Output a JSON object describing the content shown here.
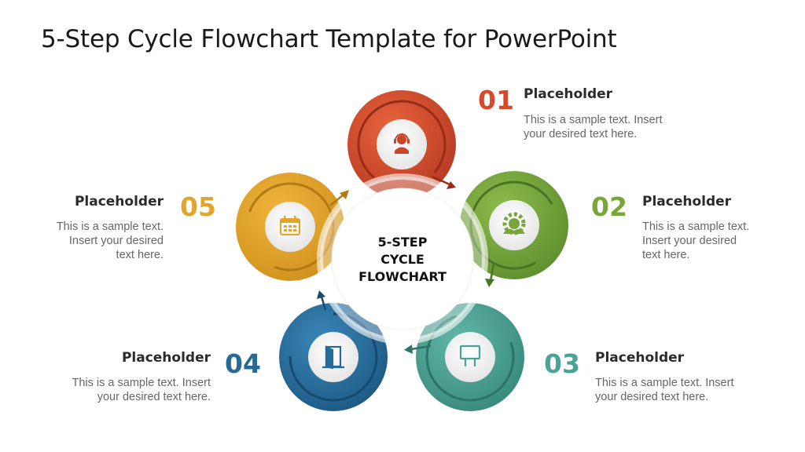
{
  "title": "5-Step Cycle Flowchart Template for PowerPoint",
  "center": {
    "lines": [
      "5-STEP",
      "CYCLE",
      "FLOWCHART"
    ]
  },
  "steps": [
    {
      "number": "01",
      "heading": "Placeholder",
      "text_lines": [
        "This is a sample text. Insert",
        "your desired text here."
      ],
      "color": "#c9462a",
      "icon": "customer-support-icon"
    },
    {
      "number": "02",
      "heading": "Placeholder",
      "text_lines": [
        "This is a sample text.",
        "Insert your desired",
        "text here."
      ],
      "color": "#79a63a",
      "icon": "teamwork-gear-icon"
    },
    {
      "number": "03",
      "heading": "Placeholder",
      "text_lines": [
        "This is a sample text. Insert",
        "your desired text here."
      ],
      "color": "#4aa394",
      "icon": "billboard-icon"
    },
    {
      "number": "04",
      "heading": "Placeholder",
      "text_lines": [
        "This is a sample text. Insert",
        "your desired text here."
      ],
      "color": "#266a96",
      "icon": "door-icon"
    },
    {
      "number": "05",
      "heading": "Placeholder",
      "text_lines": [
        "This is a sample text.",
        "Insert your desired",
        "text here."
      ],
      "color": "#e2a52c",
      "icon": "calendar-icon"
    }
  ]
}
